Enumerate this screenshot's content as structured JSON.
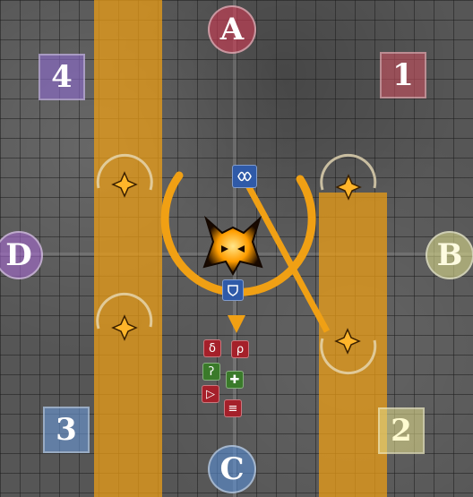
{
  "waymarks": {
    "a": {
      "label": "A",
      "color": "#d23c55"
    },
    "b": {
      "label": "B",
      "color": "#d9d98a"
    },
    "c": {
      "label": "C",
      "color": "#5a8fd6"
    },
    "d": {
      "label": "D",
      "color": "#a66ad1"
    },
    "one": {
      "label": "1",
      "color": "#c8505f"
    },
    "two": {
      "label": "2",
      "color": "#e6e08c"
    },
    "three": {
      "label": "3",
      "color": "#6a9ad8"
    },
    "four": {
      "label": "4",
      "color": "#8a6ac8"
    }
  },
  "colors": {
    "lane": "#f0a014",
    "boss_glow": "#ffb000",
    "marker_red": "#a5202a",
    "marker_green": "#3a7a2a",
    "marker_blue": "#2f5aa8"
  },
  "icons": {
    "boss": "flame-demon-icon",
    "tower": "orange-star-tower-icon",
    "role_blue": "shield-icon",
    "role_red": "dps-icon",
    "role_green": "healer-icon"
  }
}
